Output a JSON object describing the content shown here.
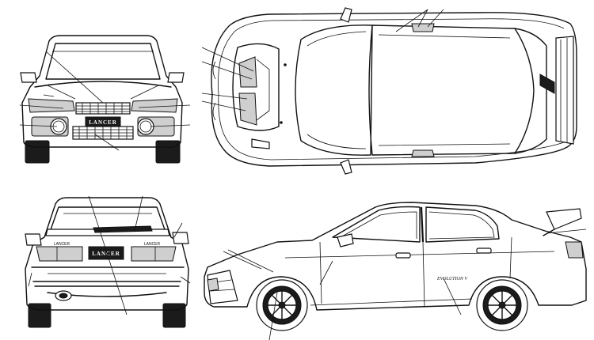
{
  "views": {
    "front": {
      "plate_text": "LANCER"
    },
    "rear": {
      "plate_text": "LANCER",
      "badge_left": "LANCER",
      "badge_right": "LANCER"
    },
    "side": {
      "badge_text": "EVOLUTION V"
    }
  }
}
